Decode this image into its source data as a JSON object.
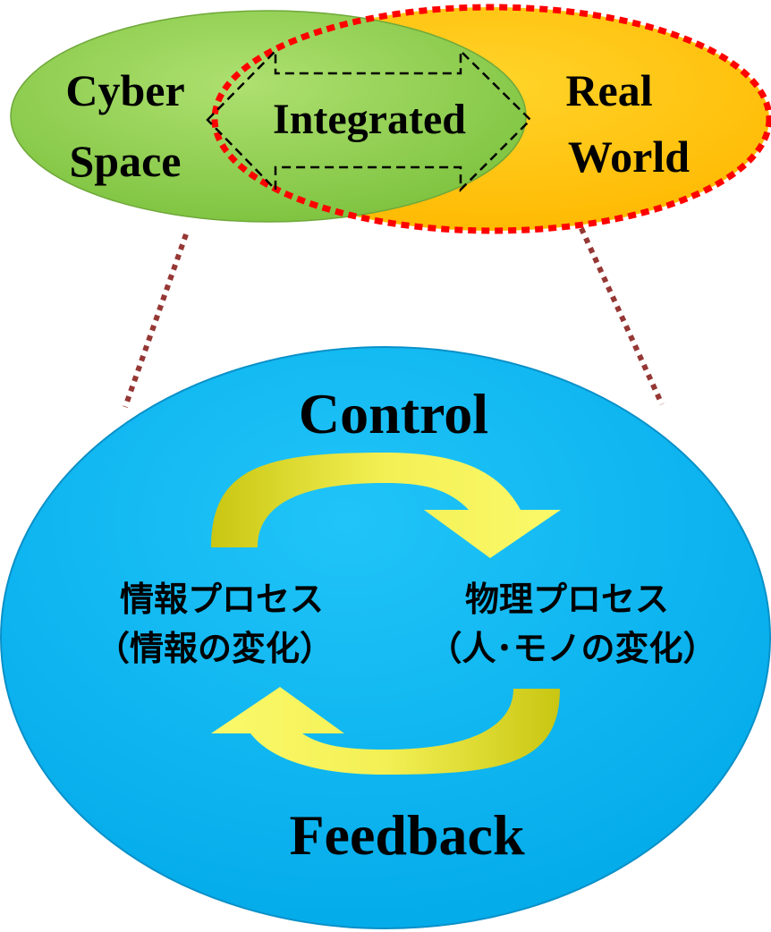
{
  "diagram": {
    "top": {
      "cyber_line1": "Cyber",
      "cyber_line2": "Space",
      "integrated": "Integrated",
      "real_line1": "Real",
      "real_line2": "World"
    },
    "cycle": {
      "control": "Control",
      "feedback": "Feedback",
      "left_line1": "情報プロセス",
      "left_line2": "（情報の変化）",
      "right_line1": "物理プロセス",
      "right_line2": "（人･モノの変化）"
    },
    "colors": {
      "cyber_fill": "#92d050",
      "real_fill": "#ffc000",
      "overlap_border": "#ff0000",
      "zoom_lines": "#953734",
      "circle_fill": "#00b0f0",
      "arrow_fill": "#d4d21a",
      "text": "#000000"
    }
  }
}
